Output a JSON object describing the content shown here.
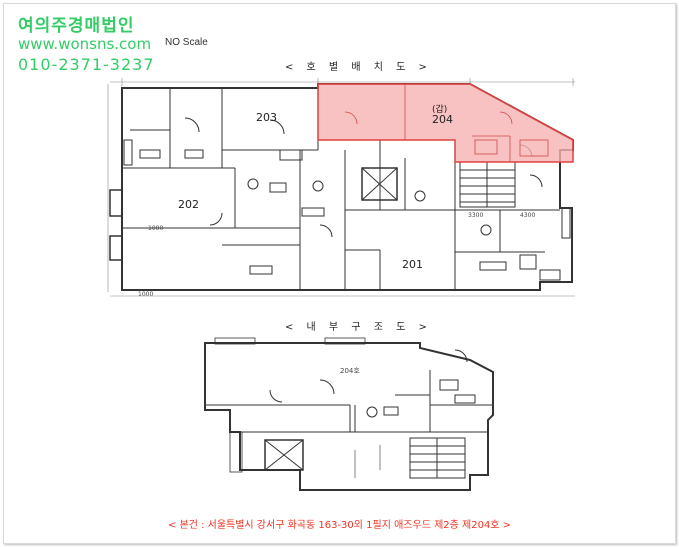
{
  "watermark": {
    "company": "여의주경매법인",
    "url": "www.wonsns.com",
    "phone": "010-2371-3237"
  },
  "scale_note": "NO Scale",
  "plan1": {
    "title": "< 호 별 배 치 도 >",
    "units": [
      "203",
      "204",
      "202",
      "201"
    ],
    "highlight_mark": "(갑)",
    "dim_labels": [
      "1000",
      "1000",
      "3300",
      "4300"
    ]
  },
  "plan2": {
    "title": "< 내 부 구 조 도 >",
    "unit_label": "204호"
  },
  "footer": "< 본건 : 서울특별시 강서구 화곡동 163-30외 1필지 애즈우드 제2층 제204호 >",
  "colors": {
    "watermark": "#33cc66",
    "highlight_fill": "#f7b3b3",
    "highlight_stroke": "#e04040",
    "footer": "#ee3322"
  }
}
